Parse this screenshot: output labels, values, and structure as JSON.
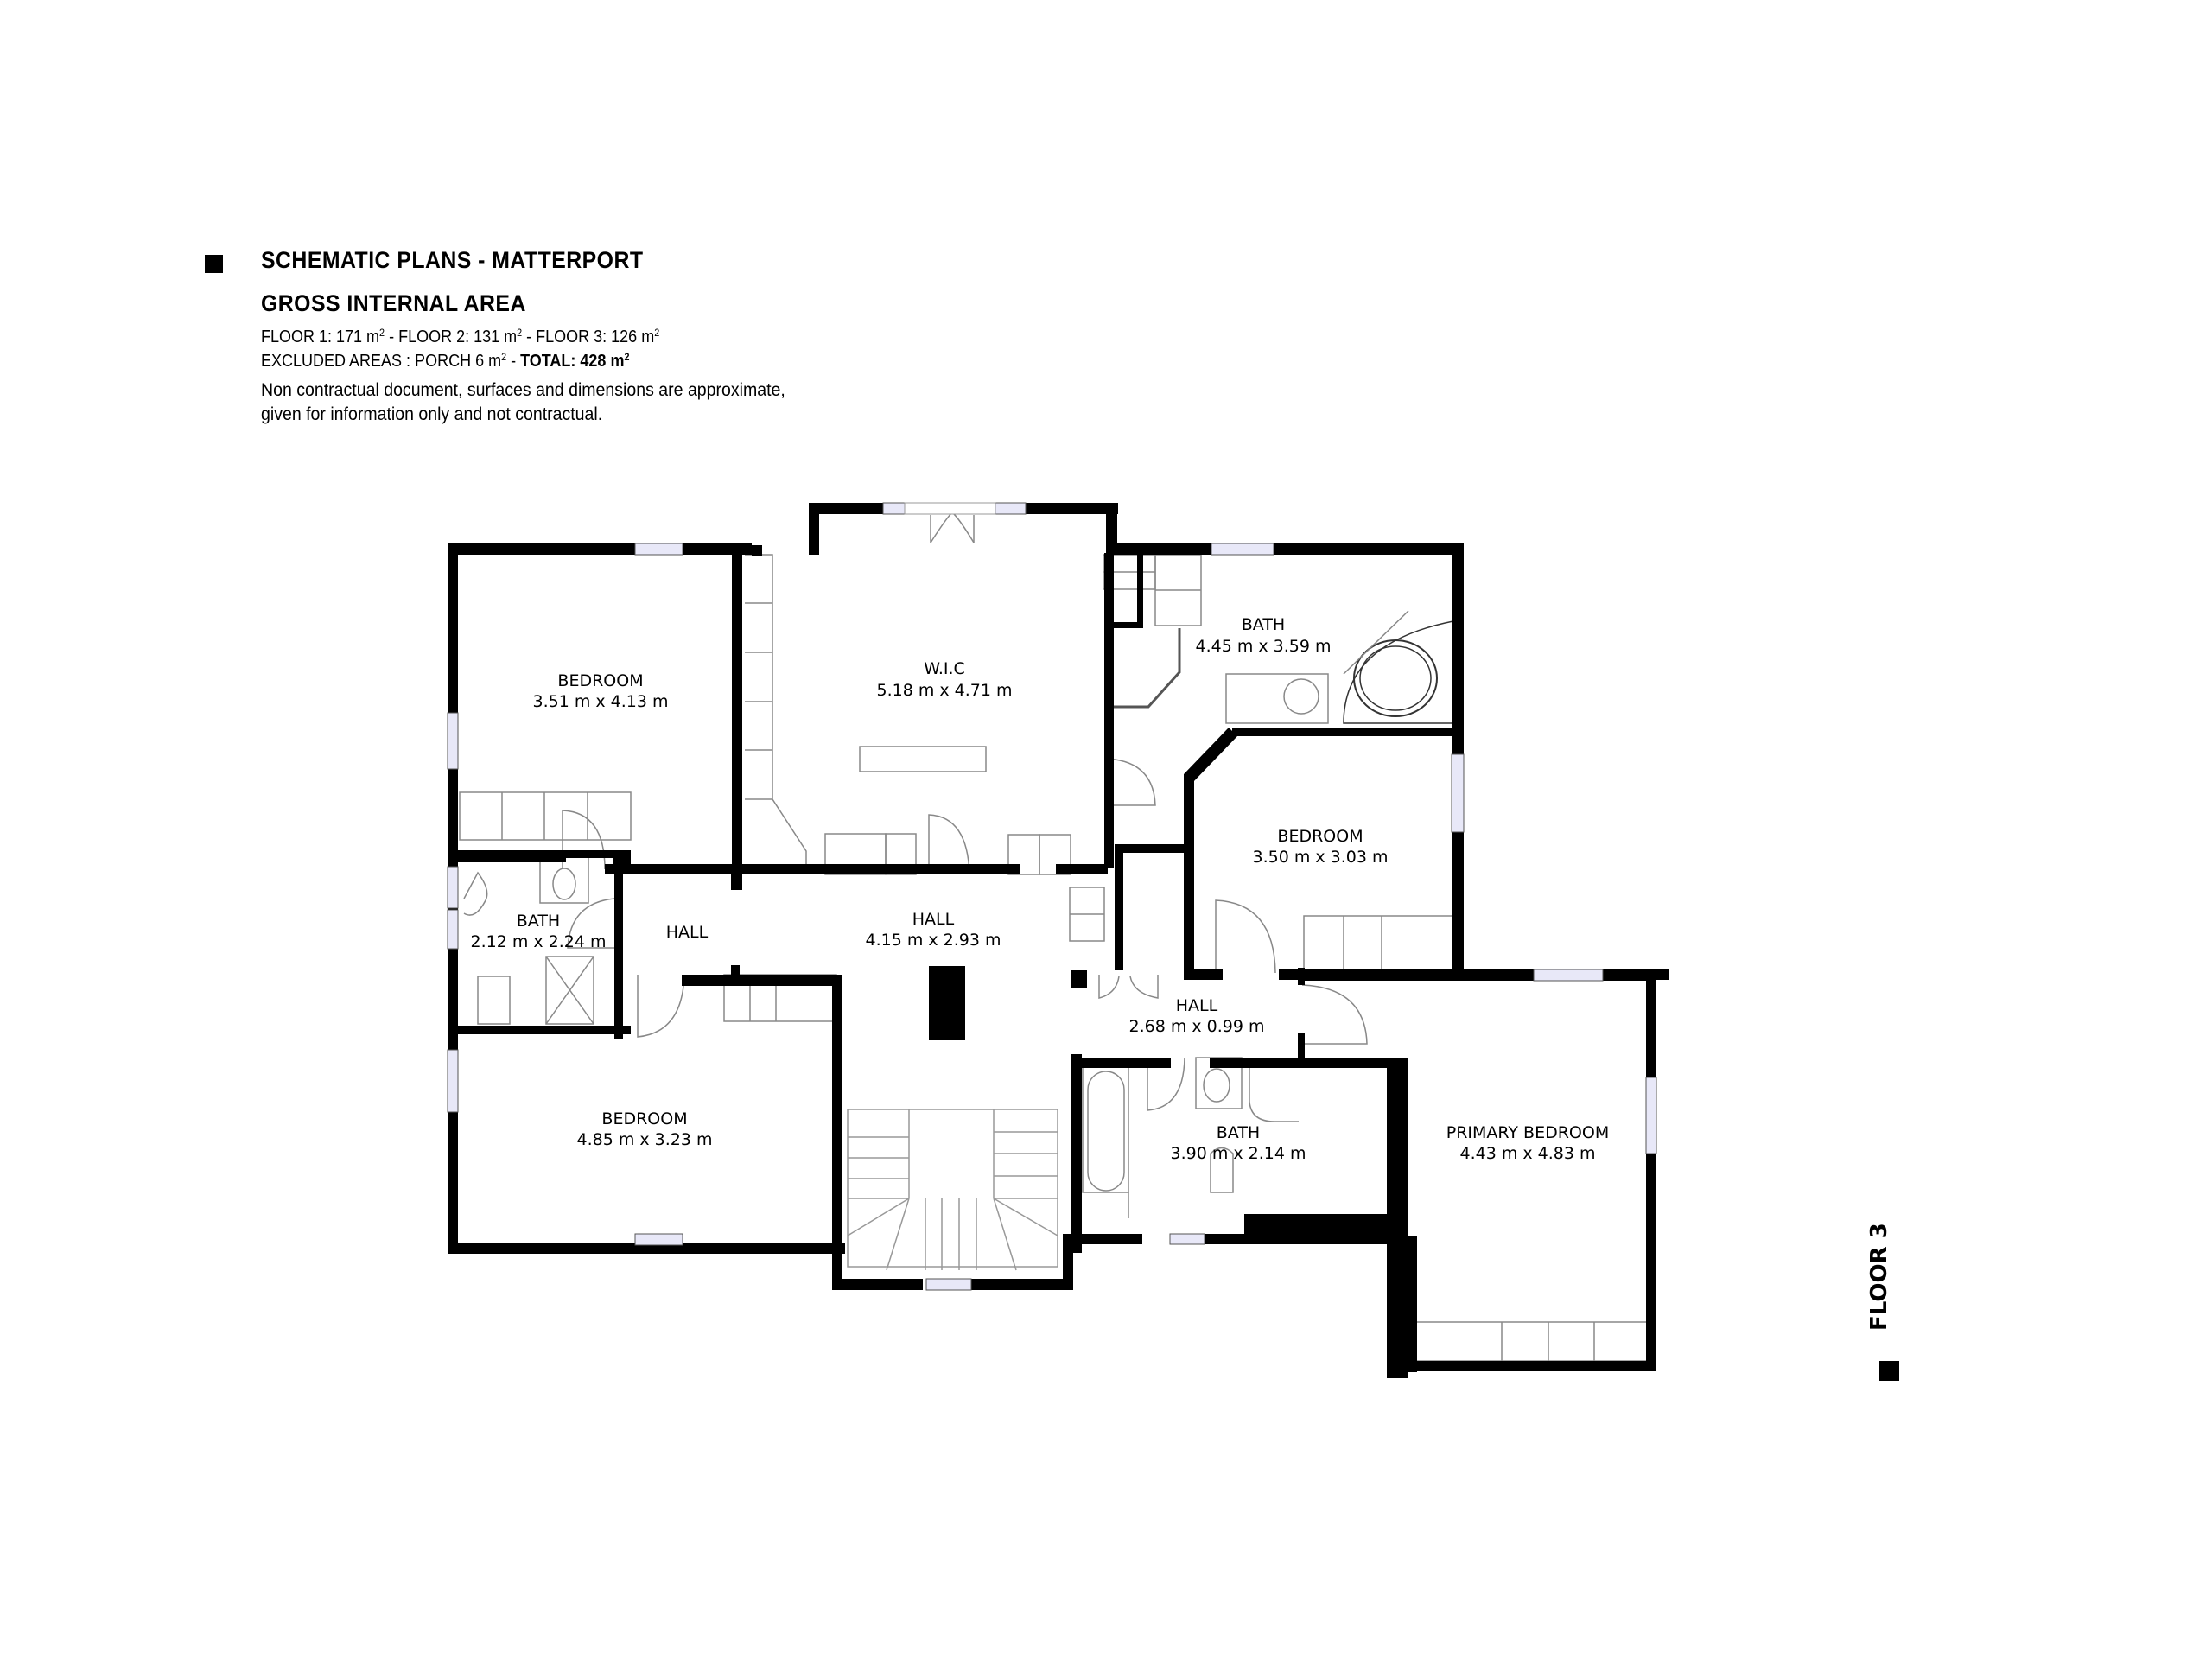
{
  "header": {
    "title": "SCHEMATIC PLANS - MATTERPORT",
    "subtitle": "GROSS INTERNAL AREA",
    "areas_line": {
      "floor1_label": "FLOOR 1: 171 m",
      "sep1": " - FLOOR 2: 131 m",
      "sep2": " - FLOOR 3: 126 m",
      "sup": "2"
    },
    "excluded_line": {
      "prefix": "EXCLUDED AREAS :  PORCH 6 m",
      "dash": " - ",
      "total": "TOTAL: 428 m",
      "sup": "2"
    },
    "note_line1": "Non contractual document, surfaces and dimensions are approximate,",
    "note_line2": "given for information only and not contractual."
  },
  "areas": {
    "floor_1_m2": 171,
    "floor_2_m2": 131,
    "floor_3_m2": 126,
    "excluded_porch_m2": 6,
    "total_m2": 428
  },
  "floor_label": "FLOOR 3",
  "rooms": [
    {
      "id": "bedroom-nw",
      "name": "BEDROOM",
      "dims": "3.51 m x 4.13 m"
    },
    {
      "id": "wic",
      "name": "W.I.C",
      "dims": "5.18 m x 4.71 m"
    },
    {
      "id": "bath-ne",
      "name": "BATH",
      "dims": "4.45 m x 3.59 m"
    },
    {
      "id": "bedroom-e",
      "name": "BEDROOM",
      "dims": "3.50 m x 3.03 m"
    },
    {
      "id": "bath-w",
      "name": "BATH",
      "dims": "2.12 m x 2.24 m"
    },
    {
      "id": "hall-small",
      "name": "HALL",
      "dims": ""
    },
    {
      "id": "hall-main",
      "name": "HALL",
      "dims": "4.15 m x 2.93 m"
    },
    {
      "id": "hall-e",
      "name": "HALL",
      "dims": "2.68 m x 0.99 m"
    },
    {
      "id": "bedroom-sw",
      "name": "BEDROOM",
      "dims": "4.85 m x 3.23 m"
    },
    {
      "id": "bath-s",
      "name": "BATH",
      "dims": "3.90 m x 2.14 m"
    },
    {
      "id": "primary-bedroom",
      "name": "PRIMARY BEDROOM",
      "dims": "4.43 m x 4.83 m"
    }
  ],
  "colors": {
    "wall": "#000000",
    "window_fill": "#e8e8f8",
    "fixture_stroke": "#777777",
    "background": "#ffffff"
  }
}
